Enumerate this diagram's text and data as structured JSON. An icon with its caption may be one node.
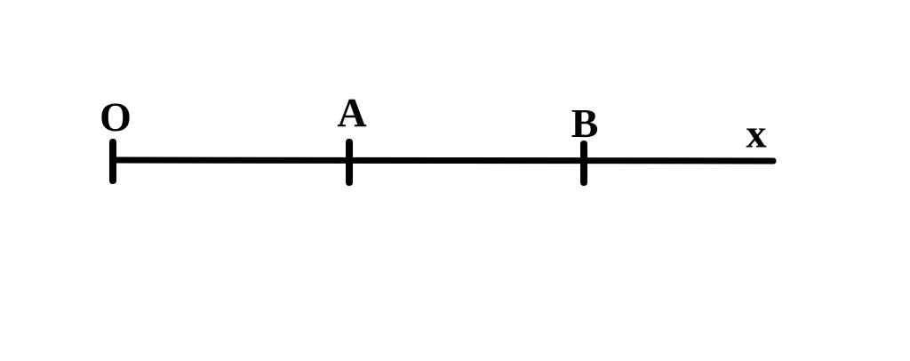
{
  "diagram": {
    "labels": [
      "O",
      "A",
      "B",
      "x"
    ]
  }
}
